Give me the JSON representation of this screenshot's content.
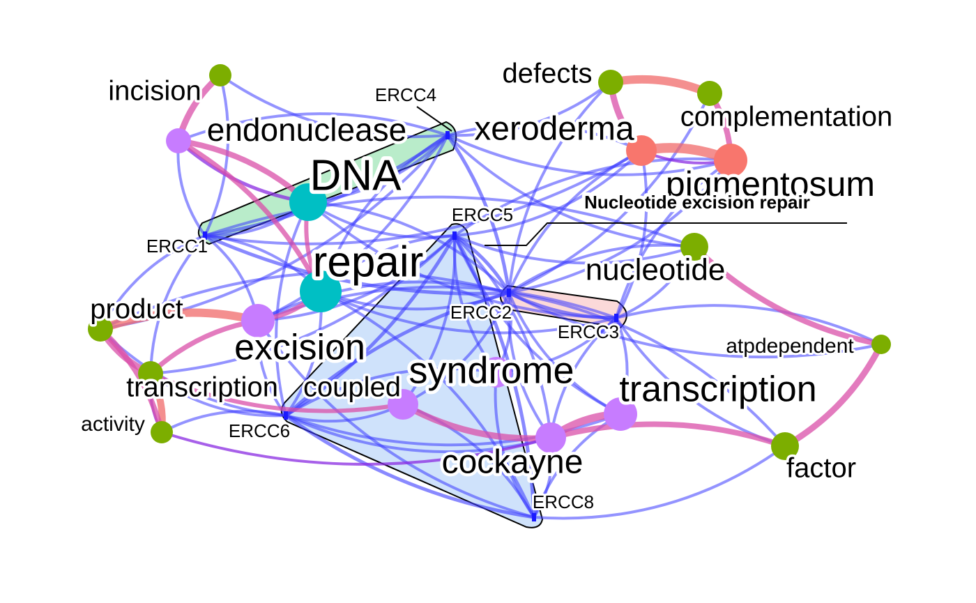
{
  "colors": {
    "edge_gene": "#3b3bff",
    "edge_cluster_pink": "#d94fa8",
    "edge_cluster_red": "#f06a6a",
    "edge_cluster_purple": "#8a2be2",
    "node_green": "#7cae00",
    "node_teal": "#00bfc4",
    "node_purple": "#c77cff",
    "node_salmon": "#f8766d",
    "hull_green": "#b9ecca",
    "hull_pink": "#fbd9d9",
    "hull_blue": "#cfe2fb",
    "gene_marker": "#1a1aff"
  },
  "word_nodes": [
    {
      "label": "incision",
      "color": "green"
    },
    {
      "label": "endonuclease",
      "color": "purple"
    },
    {
      "label": "DNA",
      "color": "teal"
    },
    {
      "label": "repair",
      "color": "teal"
    },
    {
      "label": "product",
      "color": "green"
    },
    {
      "label": "excision",
      "color": "purple"
    },
    {
      "label": "transcription",
      "color": "green"
    },
    {
      "label": "coupled",
      "color": "purple"
    },
    {
      "label": "activity",
      "color": "green"
    },
    {
      "label": "syndrome",
      "color": "purple"
    },
    {
      "label": "transcription",
      "color": "purple"
    },
    {
      "label": "cockayne",
      "color": "purple"
    },
    {
      "label": "defects",
      "color": "green"
    },
    {
      "label": "complementation",
      "color": "green"
    },
    {
      "label": "xeroderma",
      "color": "salmon"
    },
    {
      "label": "pigmentosum",
      "color": "salmon"
    },
    {
      "label": "nucleotide",
      "color": "green"
    },
    {
      "label": "atpdependent",
      "color": "green"
    },
    {
      "label": "factor",
      "color": "green"
    }
  ],
  "gene_nodes": [
    {
      "label": "ERCC1"
    },
    {
      "label": "ERCC4"
    },
    {
      "label": "ERCC5"
    },
    {
      "label": "ERCC2"
    },
    {
      "label": "ERCC3"
    },
    {
      "label": "ERCC6"
    },
    {
      "label": "ERCC8"
    }
  ],
  "annotation": {
    "label": "Nucleotide excision repair"
  }
}
